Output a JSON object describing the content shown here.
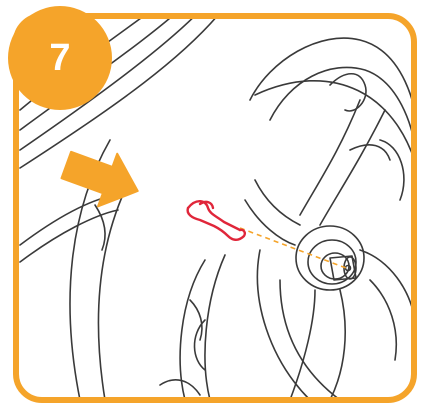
{
  "step": {
    "number": "7"
  },
  "colors": {
    "accent": "#F5A42A",
    "line": "#3a3a3a",
    "part": "#E0263A",
    "guide": "#F5A42A"
  },
  "icons": {
    "arrow": "orange-pointer-arrow",
    "part": "red-hitch-pin-clip"
  }
}
